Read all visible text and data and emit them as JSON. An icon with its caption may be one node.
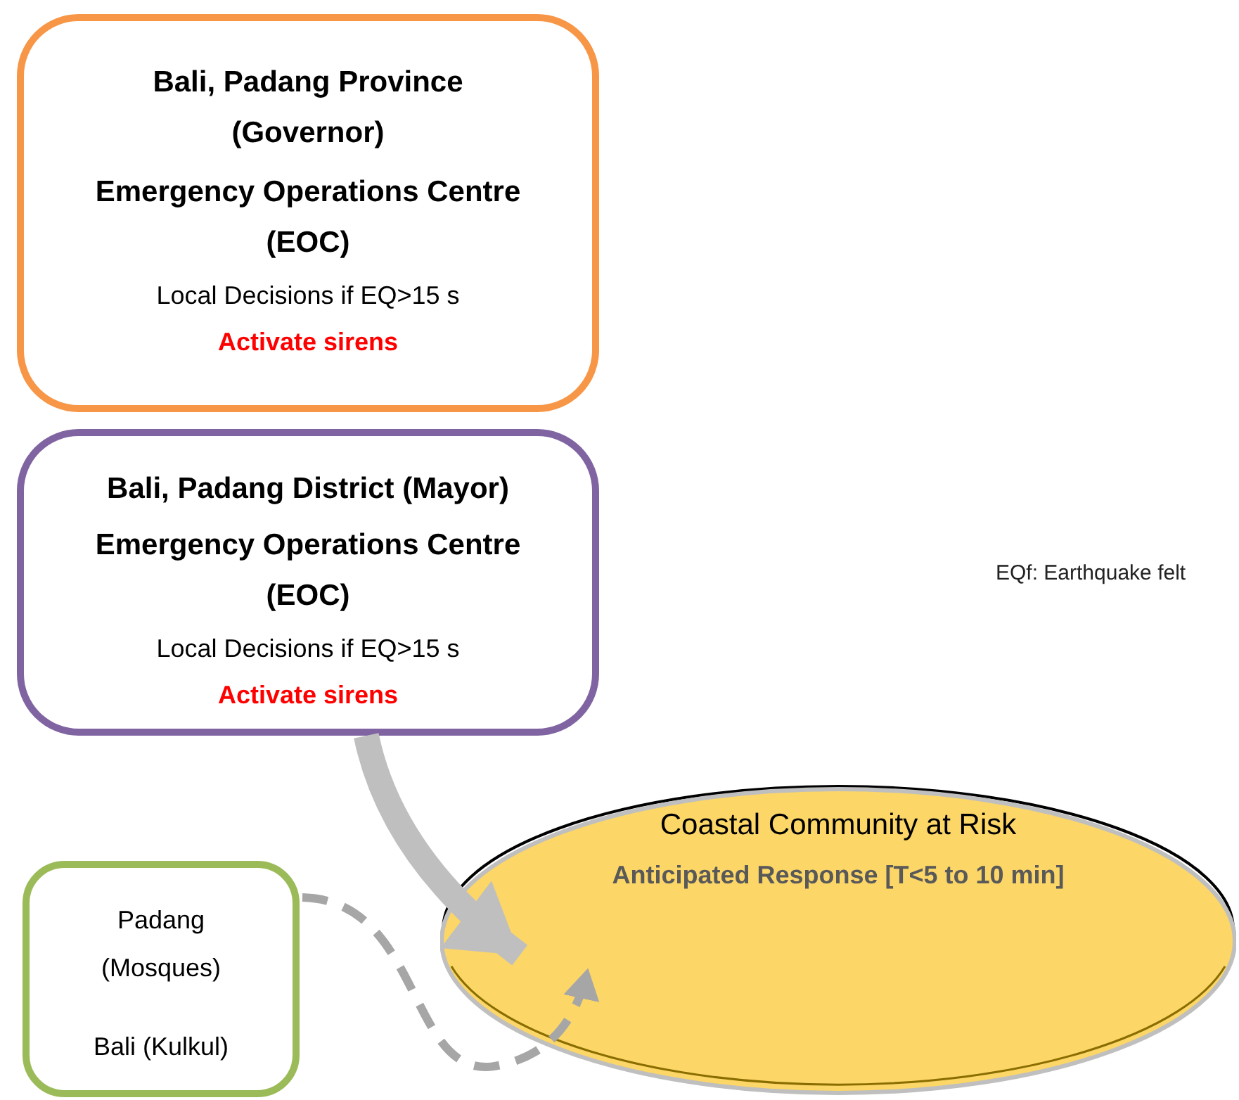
{
  "diagram": {
    "nodes": [
      {
        "text": [
          "Bali, Padang Province (Governor)",
          "Emergency Operations Centre (EOC)",
          "Local Decisions if EQ>15 s",
          "Activate sirens"
        ]
      },
      {
        "text": [
          "Bali, Padang District (Mayor)",
          "Emergency Operations Centre (EOC)",
          "Local Decisions if EQ>15 s",
          "Activate sirens"
        ]
      },
      {
        "text": [
          "Padang (Mosques)",
          "Bali (Kulkul)"
        ]
      },
      {
        "text": [
          "Coastal Community at Risk",
          "Anticipated Response [T<5 to 10 min]"
        ]
      }
    ],
    "edges": [
      {
        "from": 1,
        "to": 3,
        "arrow": "to",
        "style": "thick"
      },
      {
        "from": 2,
        "to": 3,
        "arrow": "to",
        "style": "dashed"
      }
    ],
    "labels": [
      "EQf: Earthquake felt"
    ]
  }
}
